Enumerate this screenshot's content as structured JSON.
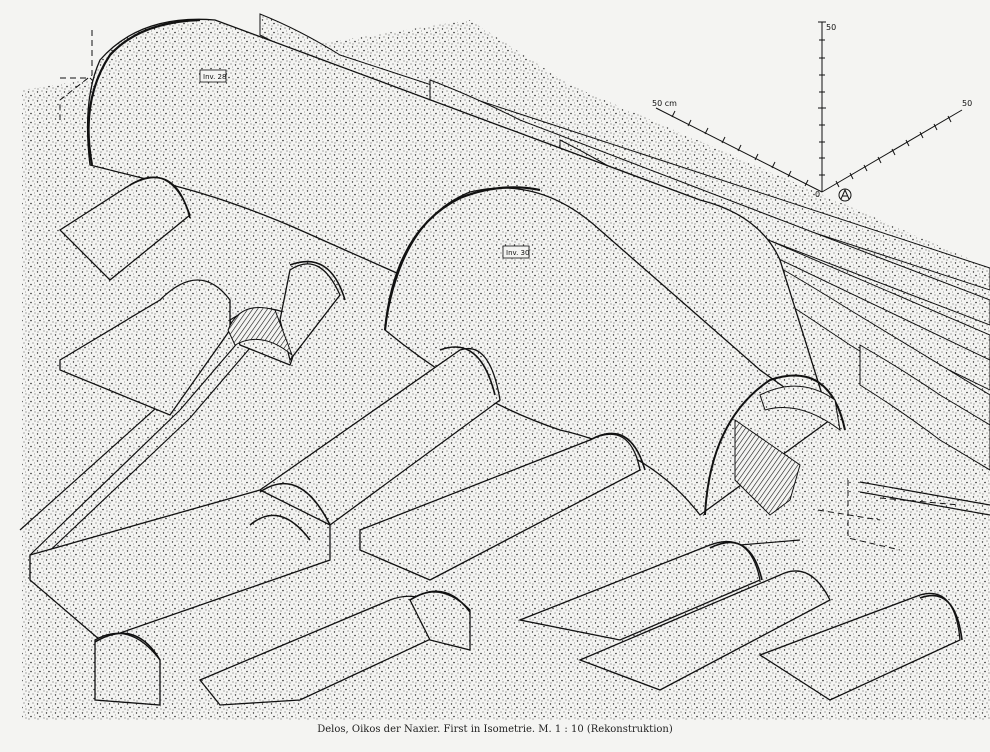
{
  "caption": "Delos, Oikos der Naxier. First in Isometrie. M. 1 : 10 (Rekonstruktion)",
  "labels": {
    "inv_28": "Inv. 28",
    "inv_30": "Inv. 30"
  },
  "scale": {
    "vertical": "50",
    "left": "50 cm",
    "right": "50",
    "origin": "0"
  },
  "colors": {
    "ink": "#111111",
    "paper": "#f4f4f2",
    "stipple": "#2a2a2a"
  }
}
